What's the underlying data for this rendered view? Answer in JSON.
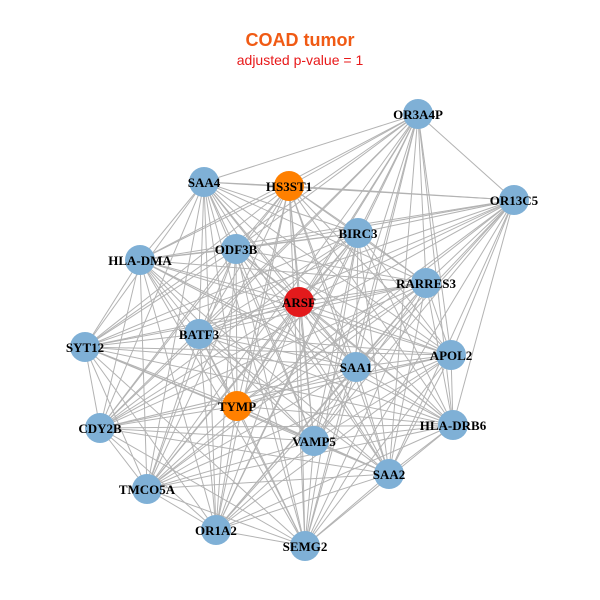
{
  "title": "COAD tumor",
  "subtitle": "adjusted p-value = 1",
  "colors": {
    "title": "#f05a14",
    "subtitle": "#e8191a",
    "edge": "#b3b3b3",
    "query": "#e31a1c",
    "highlight": "#ff8000",
    "default": "#7fb0d6"
  },
  "nodes": [
    {
      "id": "OR3A4P",
      "group": "default"
    },
    {
      "id": "OR13C5",
      "group": "default"
    },
    {
      "id": "SAA4",
      "group": "default"
    },
    {
      "id": "HS3ST1",
      "group": "highlight"
    },
    {
      "id": "BIRC3",
      "group": "default"
    },
    {
      "id": "ODF3B",
      "group": "default"
    },
    {
      "id": "HLA-DMA",
      "group": "default"
    },
    {
      "id": "RARRES3",
      "group": "default"
    },
    {
      "id": "ARSF",
      "group": "query"
    },
    {
      "id": "BATF3",
      "group": "default"
    },
    {
      "id": "SYT12",
      "group": "default"
    },
    {
      "id": "APOL2",
      "group": "default"
    },
    {
      "id": "SAA1",
      "group": "default"
    },
    {
      "id": "TYMP",
      "group": "highlight"
    },
    {
      "id": "CDY2B",
      "group": "default"
    },
    {
      "id": "HLA-DRB6",
      "group": "default"
    },
    {
      "id": "VAMP5",
      "group": "default"
    },
    {
      "id": "SAA2",
      "group": "default"
    },
    {
      "id": "TMCO5A",
      "group": "default"
    },
    {
      "id": "OR1A2",
      "group": "default"
    },
    {
      "id": "SEMG2",
      "group": "default"
    }
  ],
  "edges_complete": true
}
